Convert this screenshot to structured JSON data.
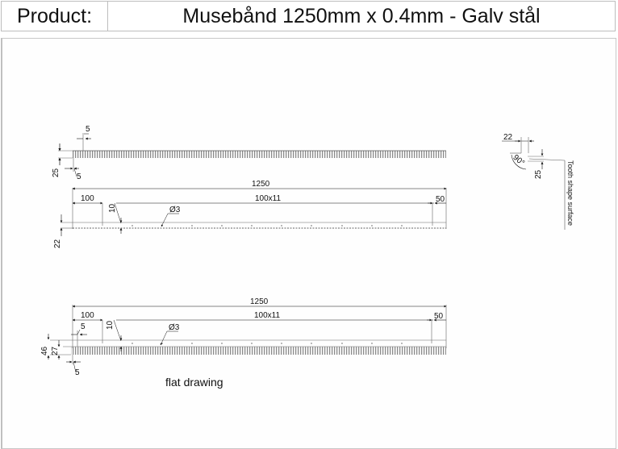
{
  "header": {
    "label": "Product:",
    "value": "Musebånd 1250mm x 0.4mm - Galv stål"
  },
  "drawing": {
    "side_view": {
      "dim_tooth_pitch": "5",
      "dim_tooth_width": "5",
      "dim_height": "25"
    },
    "top_view": {
      "dim_total_length": "1250",
      "dim_first_hole": "100",
      "dim_hole_spacing": "100x11",
      "dim_end": "50",
      "dim_hole_offset": "10",
      "dim_hole_diameter": "Ø3",
      "dim_height": "22"
    },
    "flat_view": {
      "dim_total_length": "1250",
      "dim_first_hole": "100",
      "dim_hole_spacing": "100x11",
      "dim_end": "50",
      "dim_hole_offset": "10",
      "dim_hole_diameter": "Ø3",
      "dim_tooth_pitch": "5",
      "dim_tooth_width": "5",
      "dim_total_height": "46",
      "dim_tooth_height": "27",
      "caption": "flat drawing"
    },
    "detail_view": {
      "dim_width": "22",
      "dim_height": "25",
      "dim_angle": "90°",
      "callout": "Tooth shape surface"
    }
  }
}
